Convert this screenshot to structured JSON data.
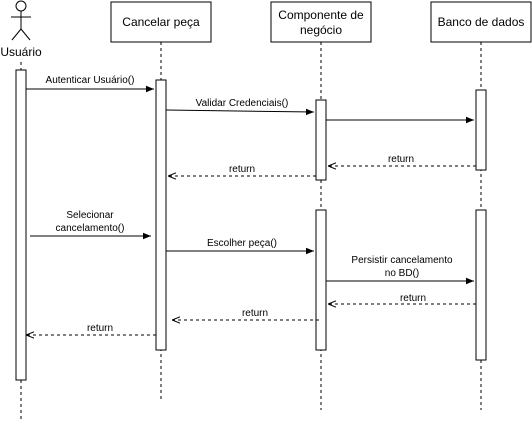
{
  "actor": {
    "name": "Usuário",
    "icon": "stick-figure-actor-icon"
  },
  "participants": [
    {
      "id": "cancelar",
      "label_lines": [
        "Cancelar peça"
      ]
    },
    {
      "id": "componente",
      "label_lines": [
        "Componente de",
        "negócio"
      ]
    },
    {
      "id": "banco",
      "label_lines": [
        "Banco de dados"
      ]
    }
  ],
  "messages": [
    {
      "id": "msg-autenticar",
      "lines": [
        "Autenticar Usuário()"
      ],
      "kind": "sync"
    },
    {
      "id": "msg-validar",
      "lines": [
        "Validar Credenciais()"
      ],
      "kind": "sync"
    },
    {
      "id": "msg-to-db",
      "lines": [],
      "kind": "sync"
    },
    {
      "id": "msg-return-db",
      "lines": [
        "return"
      ],
      "kind": "return"
    },
    {
      "id": "msg-return-comp",
      "lines": [
        "return"
      ],
      "kind": "return"
    },
    {
      "id": "msg-selecionar",
      "lines": [
        "Selecionar",
        "cancelamento()"
      ],
      "kind": "sync"
    },
    {
      "id": "msg-escolher",
      "lines": [
        "Escolher peça()"
      ],
      "kind": "sync"
    },
    {
      "id": "msg-persistir",
      "lines": [
        "Persistir cancelamento",
        "no BD()"
      ],
      "kind": "sync"
    },
    {
      "id": "msg-return-db2",
      "lines": [
        "return"
      ],
      "kind": "return"
    },
    {
      "id": "msg-return-comp2",
      "lines": [
        "return"
      ],
      "kind": "return"
    },
    {
      "id": "msg-return-user",
      "lines": [
        "return"
      ],
      "kind": "return"
    }
  ]
}
